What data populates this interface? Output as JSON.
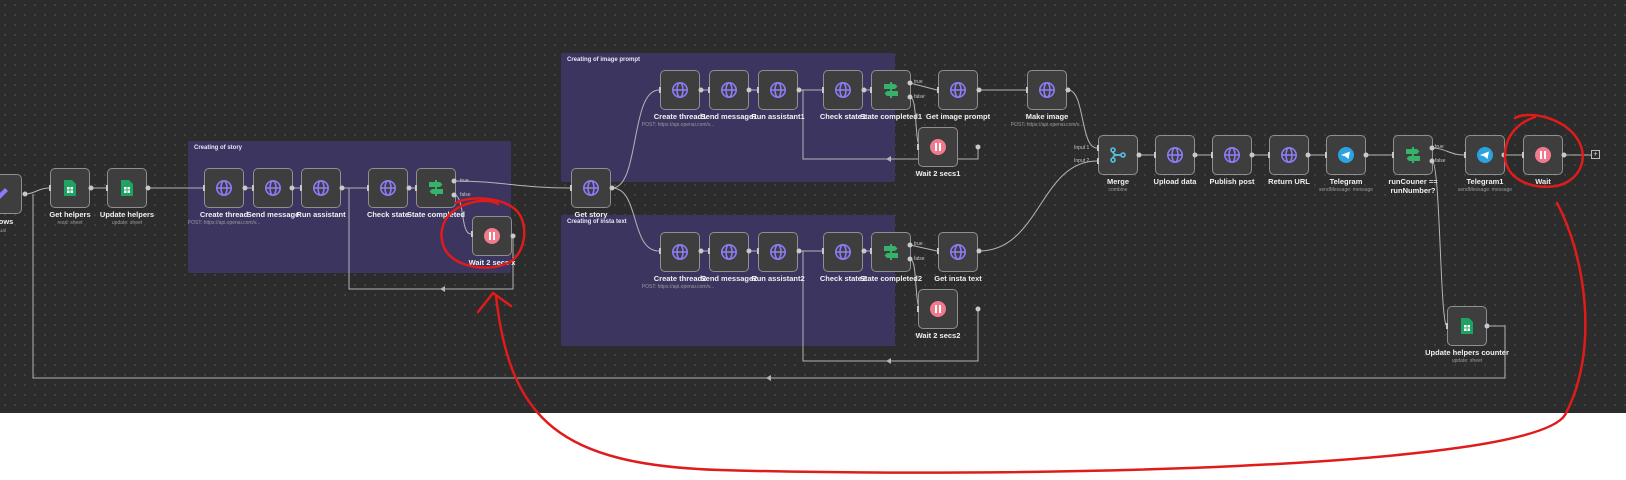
{
  "groups": {
    "story": "Creating of story",
    "image_prompt": "Creating of image prompt",
    "insta_text": "Creating of insta text"
  },
  "nodes": {
    "edit_rows": {
      "label": "nt rows",
      "sub": "anual"
    },
    "get_helpers": {
      "label": "Get helpers",
      "sub": "read: sheet"
    },
    "update_helpers": {
      "label": "Update helpers",
      "sub": "update: sheet"
    },
    "create_thread": {
      "label": "Create thread",
      "sub": "POST: https://api.openai.com/v..."
    },
    "send_message": {
      "label": "Send message"
    },
    "run_assistant": {
      "label": "Run assistant"
    },
    "check_state": {
      "label": "Check state"
    },
    "state_completed": {
      "label": "State completed"
    },
    "wait_2_secs_x": {
      "label": "Wait 2 secs x"
    },
    "get_story": {
      "label": "Get story"
    },
    "create_thread1": {
      "label": "Create thread1",
      "sub": "POST: https://api.openai.com/v..."
    },
    "send_message1": {
      "label": "Send message1"
    },
    "run_assistant1": {
      "label": "Run assistant1"
    },
    "check_state1": {
      "label": "Check state1"
    },
    "state_completed1": {
      "label": "State completed1"
    },
    "get_image_prompt": {
      "label": "Get image prompt"
    },
    "wait_2_secs1": {
      "label": "Wait 2 secs1"
    },
    "make_image": {
      "label": "Make image",
      "sub": "POST: https://api.openai.com/v..."
    },
    "create_thread2": {
      "label": "Create thread2",
      "sub": "POST: https://api.openai.com/v..."
    },
    "send_message2": {
      "label": "Send message2"
    },
    "run_assistant2": {
      "label": "Run assistant2"
    },
    "check_state2": {
      "label": "Check state2"
    },
    "state_completed2": {
      "label": "State completed2"
    },
    "get_insta_text": {
      "label": "Get insta text"
    },
    "wait_2_secs2": {
      "label": "Wait 2 secs2"
    },
    "merge": {
      "label": "Merge",
      "sub": "combine"
    },
    "upload_data": {
      "label": "Upload data"
    },
    "publish_post": {
      "label": "Publish post"
    },
    "return_url": {
      "label": "Return URL"
    },
    "telegram": {
      "label": "Telegram",
      "sub": "sendMessage: message"
    },
    "run_counter_check": {
      "label_line1": "runCouner ==",
      "label_line2": "runNumber?"
    },
    "telegram1": {
      "label": "Telegram1",
      "sub": "sendMessage: message"
    },
    "wait": {
      "label": "Wait"
    },
    "update_helpers_counter": {
      "label": "Update helpers counter",
      "sub": "update: sheet"
    }
  },
  "port_labels": {
    "true": "true",
    "false": "false",
    "input1": "Input 1",
    "input2": "Input 2"
  },
  "icons": {
    "http": "globe-icon",
    "sheets": "google-sheets-icon",
    "if": "if-signpost-icon",
    "wait": "pause-icon",
    "merge": "merge-icon",
    "telegram": "telegram-icon",
    "edit": "pencil-icon"
  },
  "colors": {
    "canvas": "#2c2c2c",
    "group": "#3b3560",
    "globe": "#8b7cf6",
    "sheets": "#1ea362",
    "if": "#35b36b",
    "wait": "#f17a8d",
    "telegram": "#2aa3e0",
    "merge": "#55c2e0",
    "annotation": "#e01b1b"
  }
}
